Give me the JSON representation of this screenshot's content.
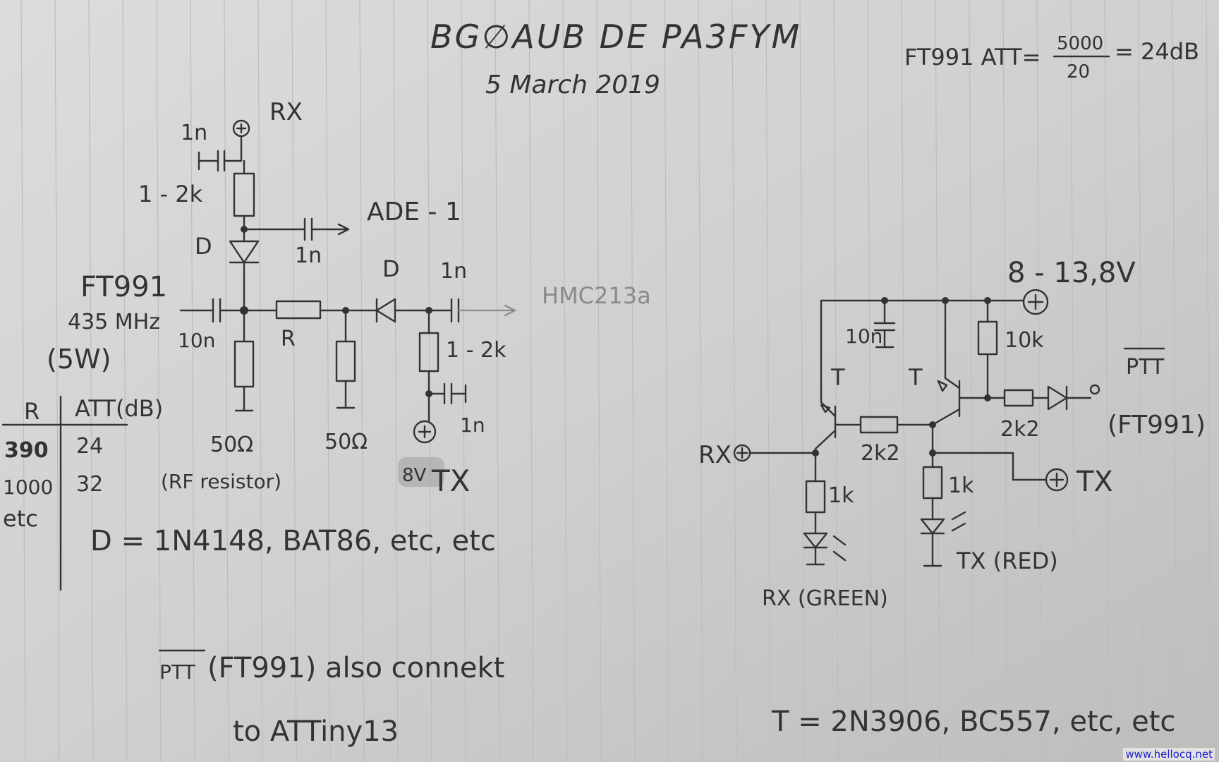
{
  "header": {
    "title": "BG∅AUB   DE   PA3FYM",
    "date": "5 March 2019"
  },
  "formula": {
    "prefix": "FT991 ATT=",
    "numerator": "5000",
    "denominator": "20",
    "result": "= 24dB"
  },
  "left_circuit": {
    "rx_label": "RX",
    "cap_rx": "1n",
    "res_rx": "1 - 2k",
    "ade_label": "ADE - 1",
    "cap_ade": "1n",
    "diode_rx": "D",
    "rig_label": "FT991",
    "freq_label": "435 MHz",
    "power_label": "(5W)",
    "cap_in": "10n",
    "series_r": "R",
    "diode_tx": "D",
    "cap_hmc": "1n",
    "hmc_label": "HMC213a",
    "res_tx": "1 - 2k",
    "cap_tx": "1n",
    "load1": "50Ω",
    "load2": "50Ω",
    "rf_note": "(RF resistor)",
    "tx_label": "TX",
    "tx_smudge": "8V",
    "diode_note": "D = 1N4148, BAT86, etc, etc"
  },
  "table": {
    "headers": [
      "R",
      "ATT(dB)"
    ],
    "rows": [
      [
        "390",
        "24"
      ],
      [
        "1000",
        "32"
      ],
      [
        "etc",
        ""
      ]
    ]
  },
  "right_circuit": {
    "supply_label": "8 - 13,8V",
    "cap_supply": "10n",
    "q1_label": "T",
    "q2_label": "T",
    "res_pullup": "10k",
    "res_ptt": "2k2",
    "ptt_label": "PTT",
    "ptt_rig": "(FT991)",
    "res_base": "2k2",
    "rx_in": "RX",
    "res_led1": "1k",
    "res_led2": "1k",
    "tx_out": "TX",
    "led_rx": "RX (GREEN)",
    "led_tx": "TX (RED)",
    "transistor_note": "T = 2N3906, BC557, etc, etc"
  },
  "footer_note": {
    "ptt": "PTT",
    "line1": "(FT991)  also  connekt",
    "line2": "to  ATTiny13"
  },
  "credit": "www.hellocq.net"
}
